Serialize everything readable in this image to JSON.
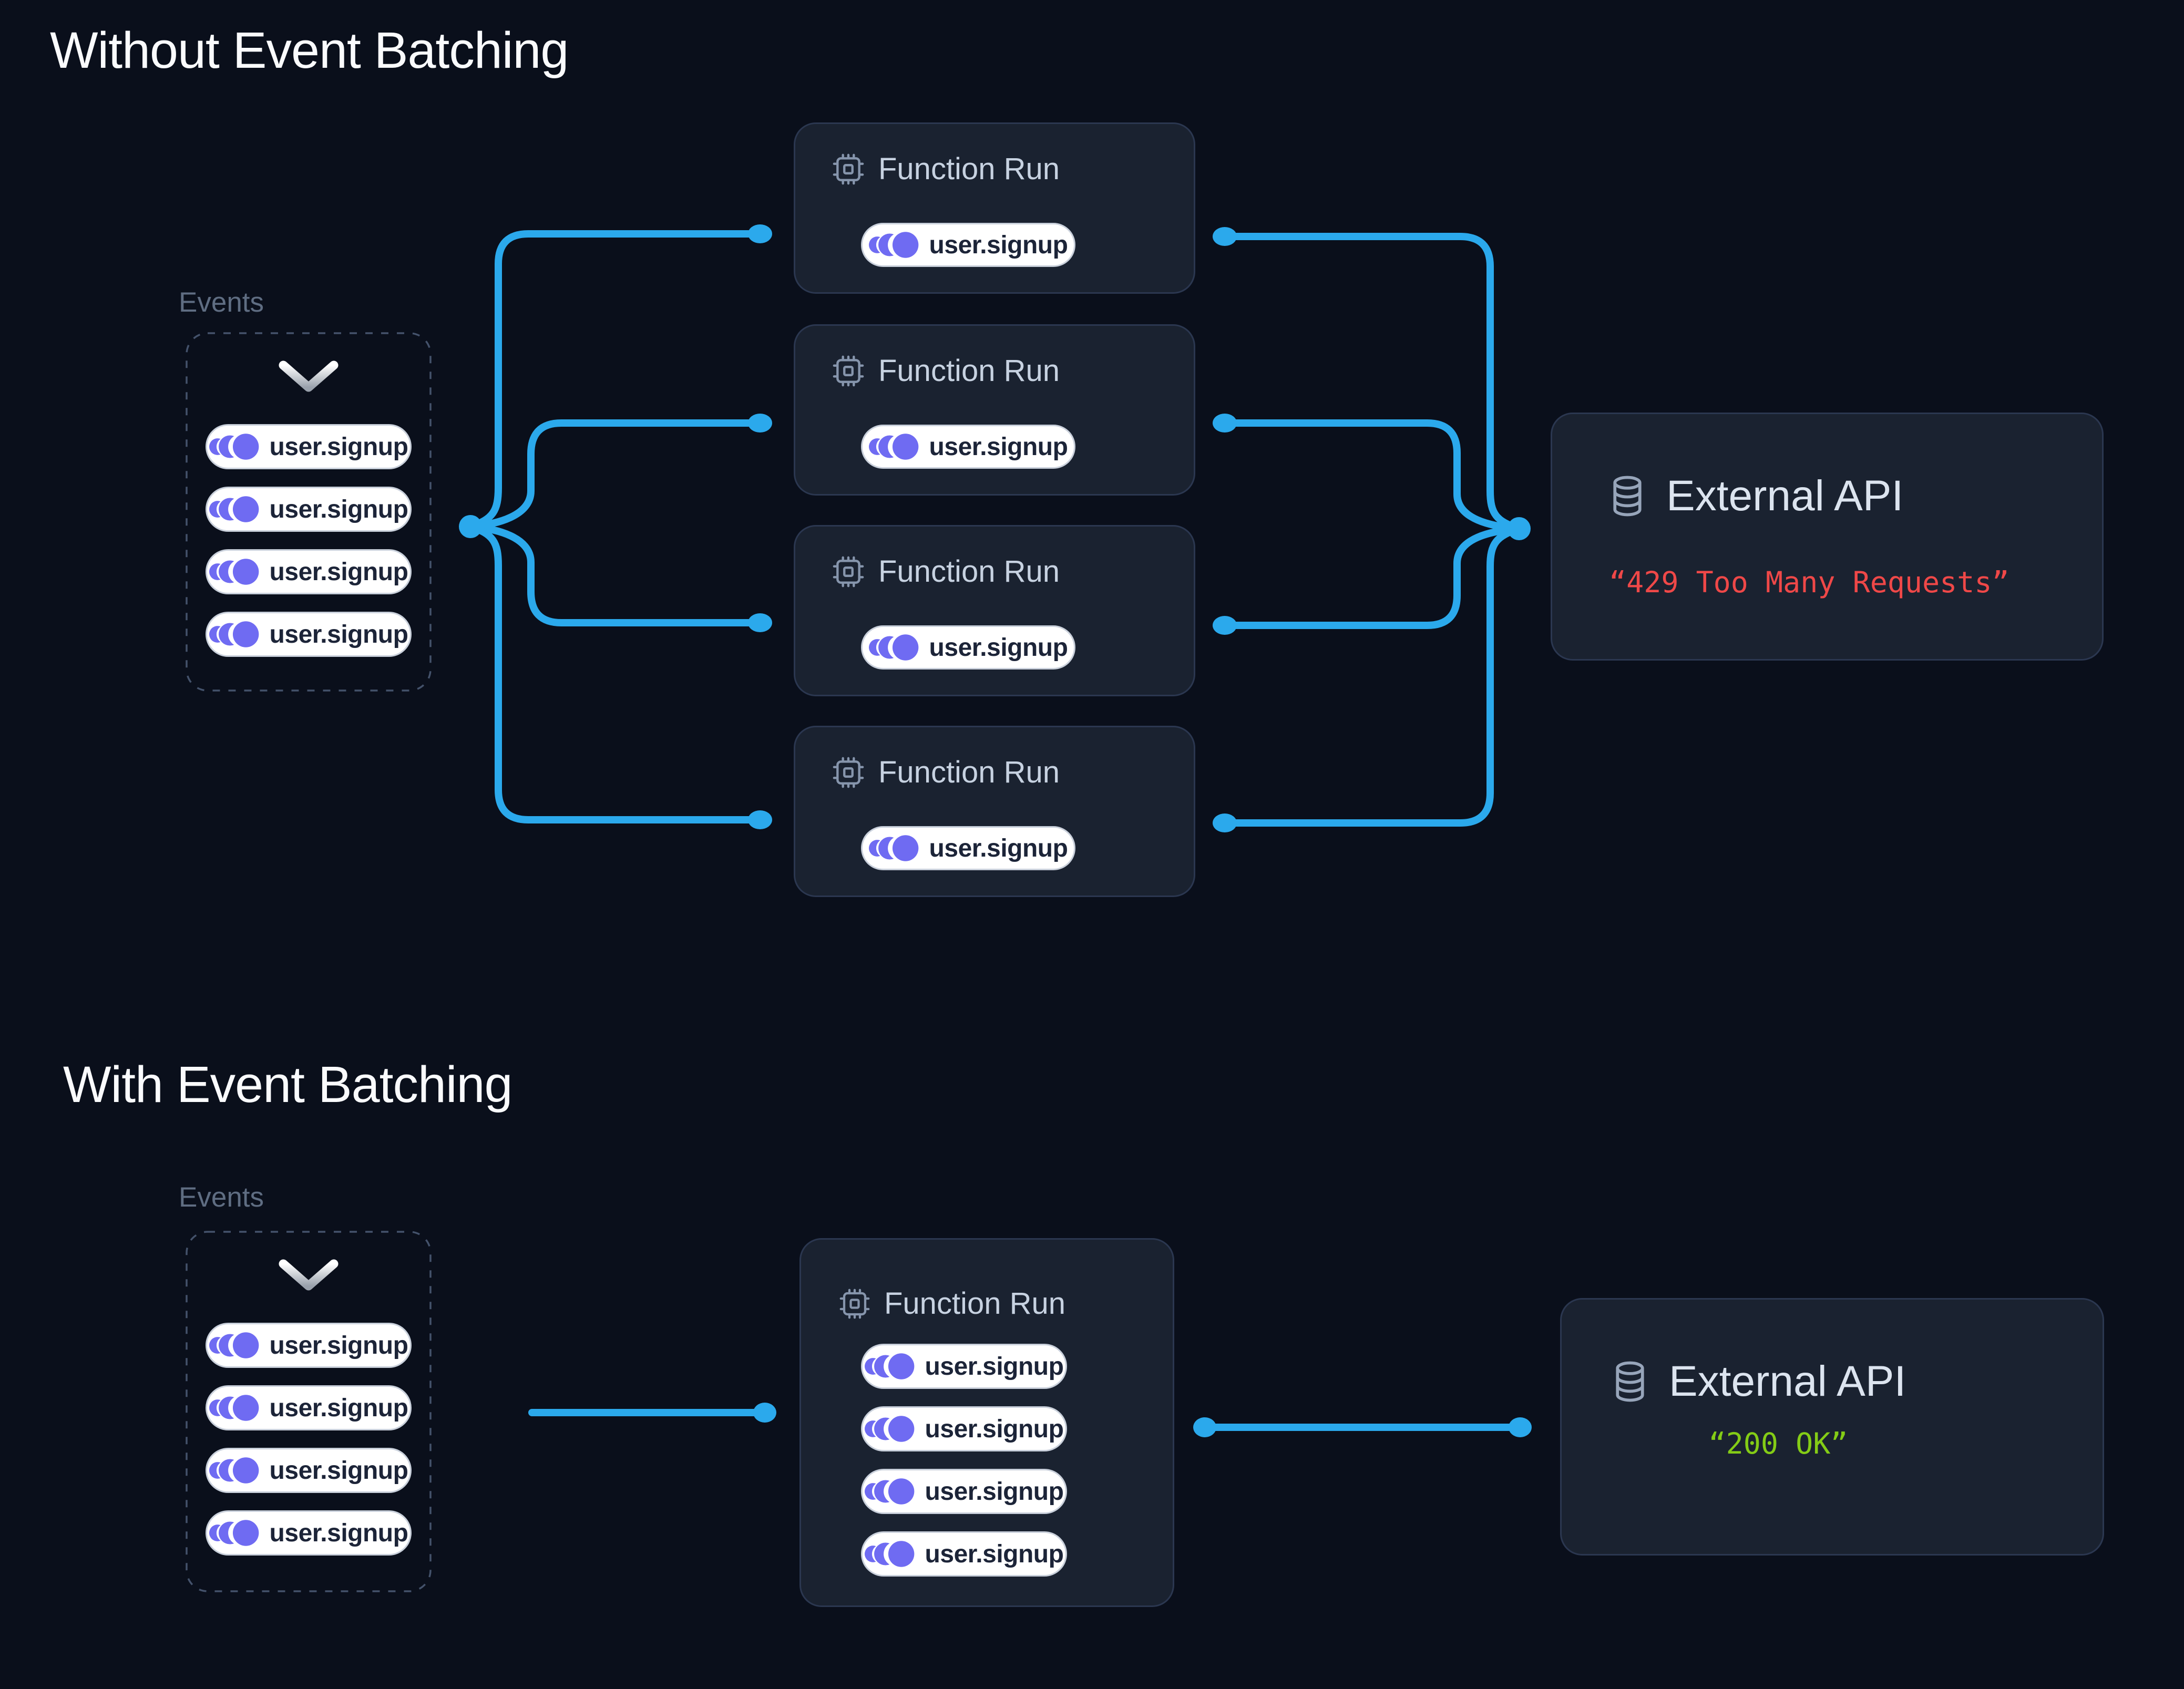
{
  "palette": {
    "accent": "#2BA9EC",
    "purple": "#6F6BF2",
    "red": "#EF4848",
    "green": "#84CC16"
  },
  "top": {
    "title": "Without Event Batching",
    "events_label": "Events",
    "events": [
      "user.signup",
      "user.signup",
      "user.signup",
      "user.signup"
    ],
    "functions": [
      {
        "label": "Function Run",
        "events": [
          "user.signup"
        ]
      },
      {
        "label": "Function Run",
        "events": [
          "user.signup"
        ]
      },
      {
        "label": "Function Run",
        "events": [
          "user.signup"
        ]
      },
      {
        "label": "Function Run",
        "events": [
          "user.signup"
        ]
      }
    ],
    "api": {
      "label": "External API",
      "status": "“429 Too Many Requests”"
    }
  },
  "bottom": {
    "title": "With Event Batching",
    "events_label": "Events",
    "events": [
      "user.signup",
      "user.signup",
      "user.signup",
      "user.signup"
    ],
    "functions": [
      {
        "label": "Function Run",
        "events": [
          "user.signup",
          "user.signup",
          "user.signup",
          "user.signup"
        ]
      }
    ],
    "api": {
      "label": "External API",
      "status": "“200 OK”"
    }
  }
}
